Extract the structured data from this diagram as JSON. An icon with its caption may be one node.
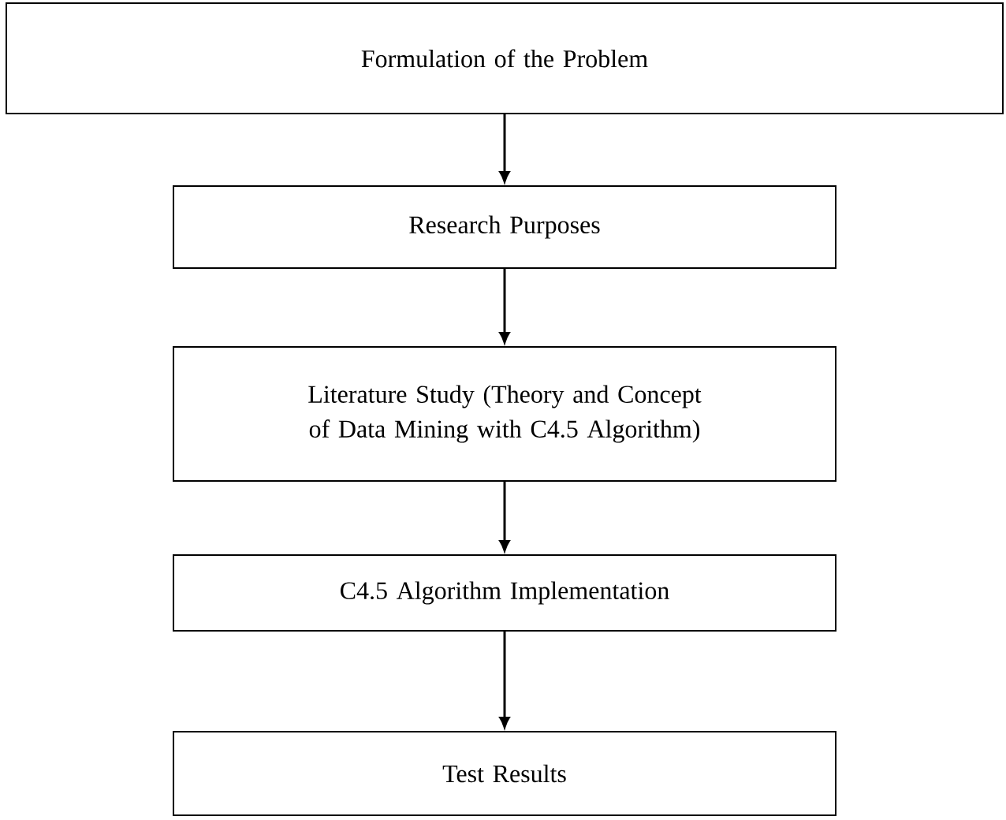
{
  "diagram": {
    "nodes": [
      {
        "text": [
          "Formulation of the Problem"
        ]
      },
      {
        "text": [
          "Research Purposes"
        ]
      },
      {
        "text": [
          "Literature Study (Theory and Concept of Data Mining with C4.5 Algorithm)"
        ]
      },
      {
        "text": [
          "C4.5 Algorithm Implementation"
        ]
      },
      {
        "text": [
          "Test Results"
        ]
      }
    ],
    "edges": [
      {
        "from": 0,
        "to": 1,
        "arrow": "to"
      },
      {
        "from": 1,
        "to": 2,
        "arrow": "to"
      },
      {
        "from": 2,
        "to": 3,
        "arrow": "to"
      },
      {
        "from": 3,
        "to": 4,
        "arrow": "to"
      }
    ]
  }
}
